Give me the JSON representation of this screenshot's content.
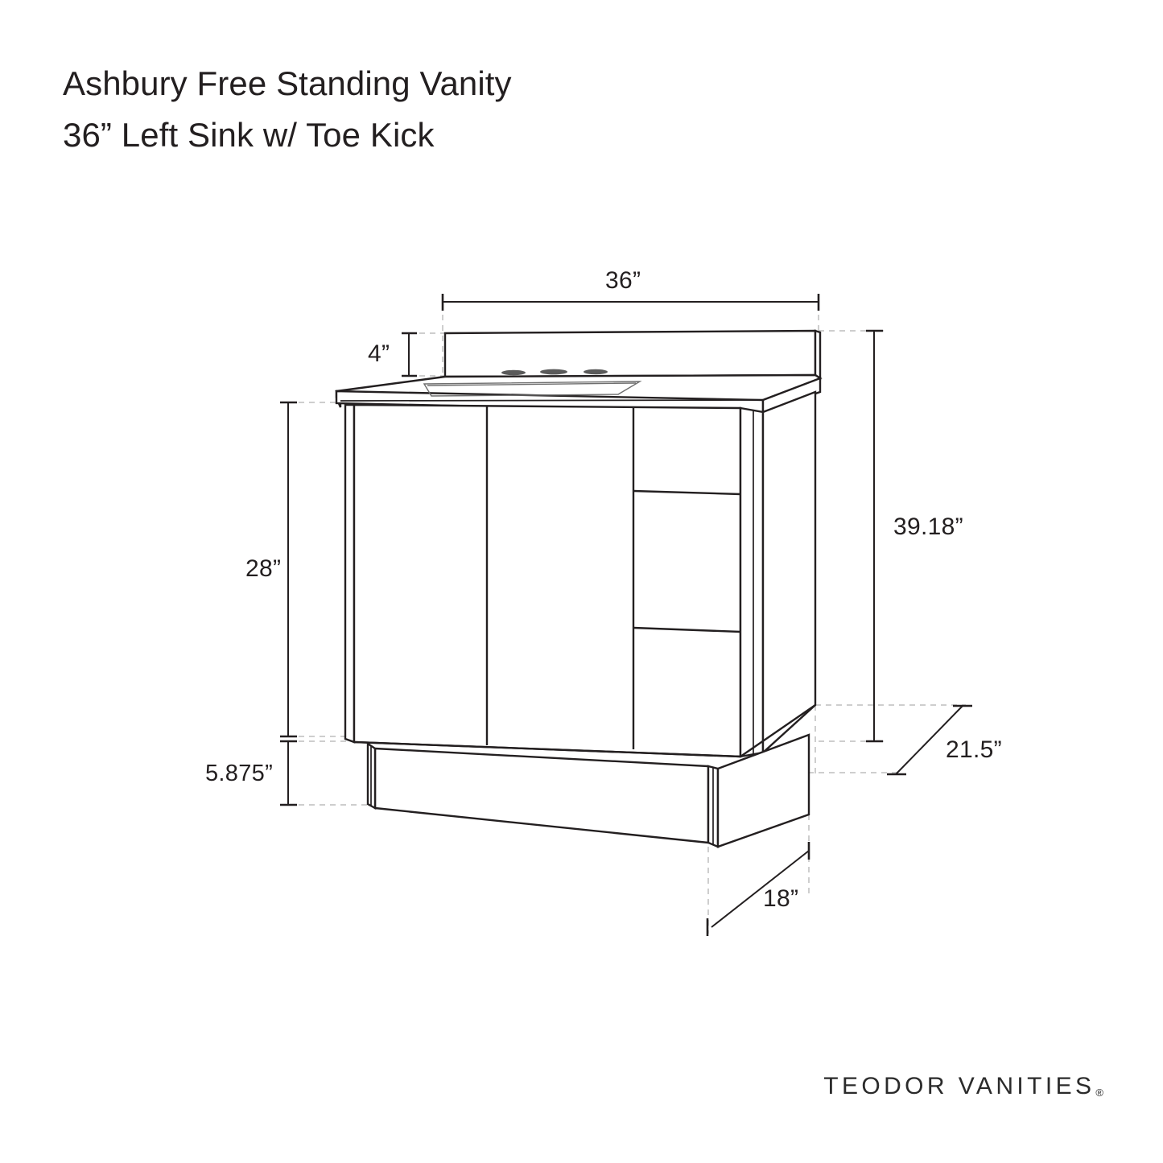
{
  "document": {
    "title_line1": "Ashbury Free Standing Vanity",
    "title_line2": "36” Left Sink w/ Toe Kick",
    "brand_name": "TEODOR VANITIES",
    "brand_registered_mark": "®",
    "background_color": "#ffffff",
    "line_color": "#231f20",
    "dashed_color": "#b9b9b9"
  },
  "dimensions": {
    "width": {
      "label": "36”",
      "value": 36,
      "unit": "in",
      "orientation": "horizontal",
      "describes": "overall cabinet width",
      "position": "top"
    },
    "backsplash_height": {
      "label": "4”",
      "value": 4,
      "unit": "in",
      "orientation": "vertical",
      "describes": "backsplash height",
      "position": "upper-left"
    },
    "cabinet_height": {
      "label": "28”",
      "value": 28,
      "unit": "in",
      "orientation": "vertical",
      "describes": "cabinet body height",
      "position": "left"
    },
    "toe_kick_height": {
      "label": "5.875”",
      "value": 5.875,
      "unit": "in",
      "orientation": "vertical",
      "describes": "toe kick height",
      "position": "lower-left"
    },
    "overall_height": {
      "label": "39.18”",
      "value": 39.18,
      "unit": "in",
      "orientation": "vertical",
      "describes": "overall height including backsplash",
      "position": "right"
    },
    "depth": {
      "label": "21.5”",
      "value": 21.5,
      "unit": "in",
      "orientation": "diagonal",
      "describes": "overall cabinet depth",
      "position": "right"
    },
    "toe_kick_depth": {
      "label": "18”",
      "value": 18,
      "unit": "in",
      "orientation": "diagonal",
      "describes": "toe kick recess depth",
      "position": "bottom-right"
    }
  },
  "product": {
    "type": "free standing bathroom vanity",
    "sink_position": "left",
    "faucet_holes": 3,
    "doors": 2,
    "drawers": 3,
    "has_toe_kick": true,
    "has_backsplash": true
  }
}
